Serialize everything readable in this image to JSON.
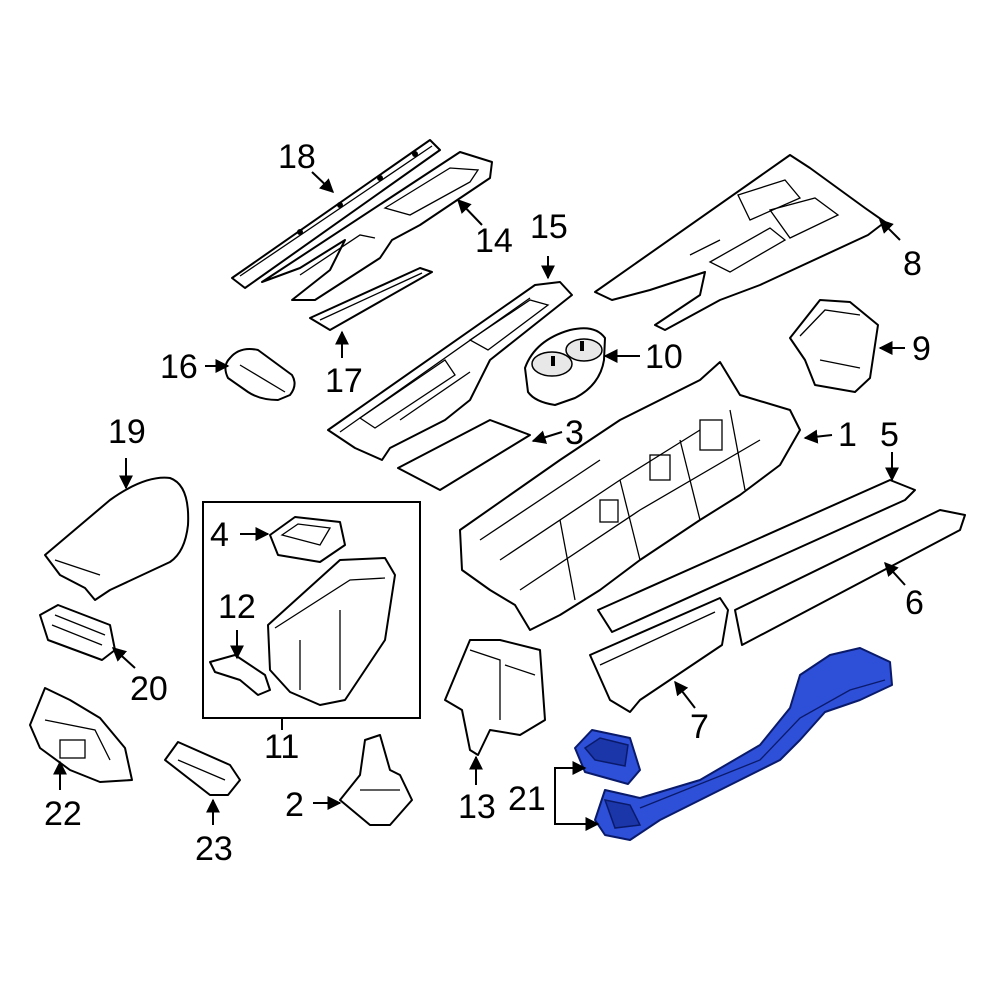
{
  "diagram": {
    "highlight_color": "#2e4fd8",
    "callouts": [
      {
        "id": "1",
        "label": "1"
      },
      {
        "id": "2",
        "label": "2"
      },
      {
        "id": "3",
        "label": "3"
      },
      {
        "id": "4",
        "label": "4"
      },
      {
        "id": "5",
        "label": "5"
      },
      {
        "id": "6",
        "label": "6"
      },
      {
        "id": "7",
        "label": "7"
      },
      {
        "id": "8",
        "label": "8"
      },
      {
        "id": "9",
        "label": "9"
      },
      {
        "id": "10",
        "label": "10"
      },
      {
        "id": "11",
        "label": "11"
      },
      {
        "id": "12",
        "label": "12"
      },
      {
        "id": "13",
        "label": "13"
      },
      {
        "id": "14",
        "label": "14"
      },
      {
        "id": "15",
        "label": "15"
      },
      {
        "id": "16",
        "label": "16"
      },
      {
        "id": "17",
        "label": "17"
      },
      {
        "id": "18",
        "label": "18"
      },
      {
        "id": "19",
        "label": "19"
      },
      {
        "id": "20",
        "label": "20"
      },
      {
        "id": "21",
        "label": "21"
      },
      {
        "id": "22",
        "label": "22"
      },
      {
        "id": "23",
        "label": "23"
      }
    ]
  }
}
